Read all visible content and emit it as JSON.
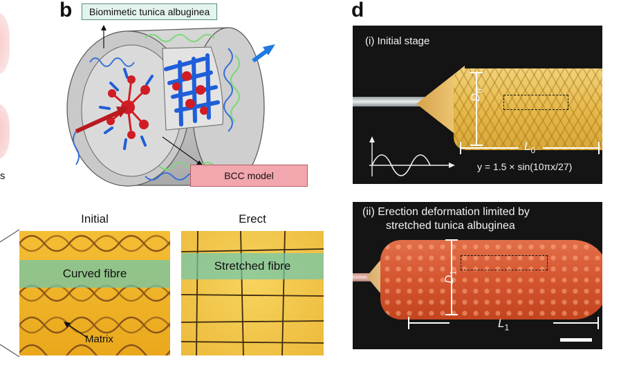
{
  "panels": {
    "b": {
      "letter": "b",
      "callout_top": "Biomimetic tunica albuginea",
      "callout_bottom": "BCC model"
    },
    "micro": {
      "initial_title": "Initial",
      "erect_title": "Erect",
      "curved_label": "Curved fibre",
      "stretched_label": "Stretched fibre",
      "matrix_label": "Matrix"
    },
    "d": {
      "letter": "d",
      "stage1_label": "(i)  Initial stage",
      "stage2_line1": "(ii)  Erection deformation limited by",
      "stage2_line2": "stretched tunica albuginea",
      "D0_base": "D",
      "D0_sub": "0",
      "L0_base": "L",
      "L0_sub": "0",
      "D1_base": "D",
      "D1_sub": "1",
      "L1_base": "L",
      "L1_sub": "1",
      "equation": "y = 1.5 × sin(10πx/27)"
    },
    "left_fragment": {
      "text": "s"
    }
  },
  "colors": {
    "callout_green": "#e3f4ee",
    "callout_pink": "#f2a6ae",
    "fibre_blue": "#1f5ed8",
    "fibre_red": "#d01c24",
    "band_green": "#6ec8af",
    "micro_yellow": "#f2b52a",
    "photo_background": "#141414"
  }
}
